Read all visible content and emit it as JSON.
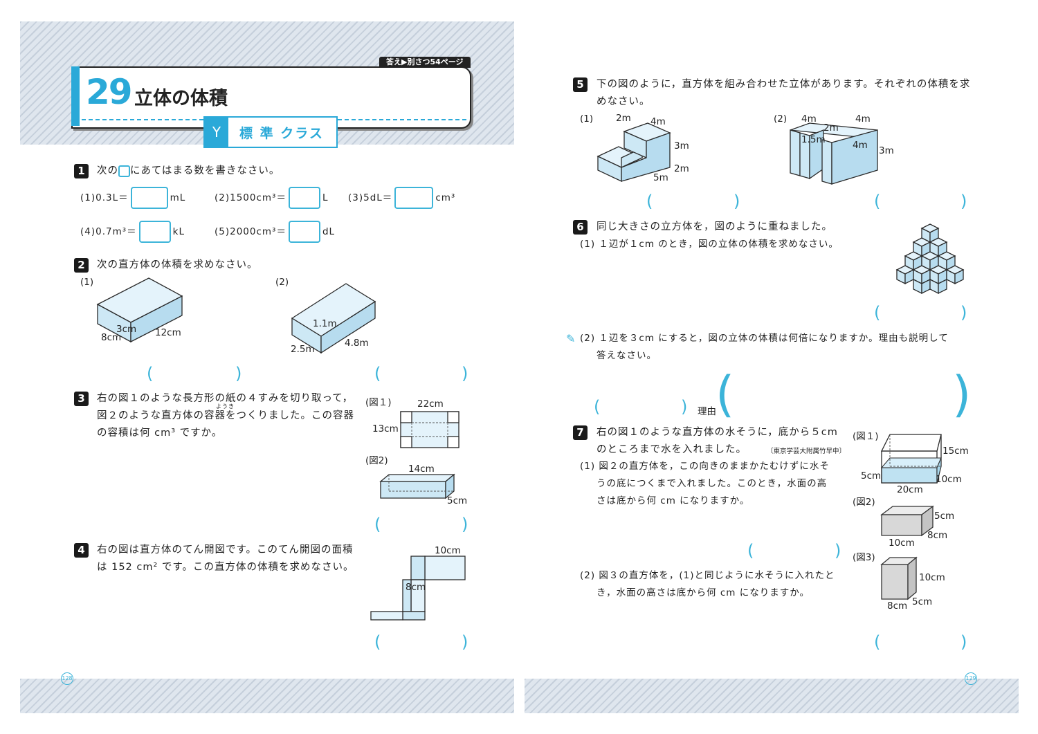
{
  "header": {
    "answer_badge": "答え▶別さつ54ページ",
    "unit_number": "29",
    "unit_title": "立体の体積",
    "class_label": "標 準 クラス"
  },
  "q1": {
    "num": "1",
    "stem_pre": "次の",
    "stem_post": "にあてはまる数を書きなさい。",
    "items": [
      {
        "label": "(1)",
        "pre": "0.3L＝",
        "unit": "mL"
      },
      {
        "label": "(2)",
        "pre": "1500cm³＝",
        "unit": "L"
      },
      {
        "label": "(3)",
        "pre": "5dL＝",
        "unit": "cm³"
      },
      {
        "label": "(4)",
        "pre": "0.7m³＝",
        "unit": "kL"
      },
      {
        "label": "(5)",
        "pre": "2000cm³＝",
        "unit": "dL"
      }
    ]
  },
  "q2": {
    "num": "2",
    "stem": "次の直方体の体積を求めなさい。",
    "sub1": "(1)",
    "sub2": "(2)",
    "fig1": {
      "a": "3cm",
      "b": "8cm",
      "c": "12cm"
    },
    "fig2": {
      "a": "1.1m",
      "b": "2.5m",
      "c": "4.8m"
    }
  },
  "q3": {
    "num": "3",
    "line1": "右の図１のような長方形の紙の４すみを切り取って，",
    "line2": "図２のような直方体の容器をつくりました。この容器",
    "ruby": "ようき",
    "line3": "の容積は何 cm³ ですか。",
    "fig1_label": "(図１)",
    "fig1_w": "22cm",
    "fig1_h": "13cm",
    "fig2_label": "(図2)",
    "fig2_w": "14cm",
    "fig2_h": "5cm"
  },
  "q4": {
    "num": "4",
    "line1": "右の図は直方体のてん開図です。このてん開図の面積",
    "line2": "は 152 cm² です。この直方体の体積を求めなさい。",
    "dim1": "10cm",
    "dim2": "8cm"
  },
  "q5": {
    "num": "5",
    "line1": "下の図のように，直方体を組み合わせた立体があります。それぞれの体積を求",
    "line2": "めなさい。",
    "sub1": "(1)",
    "sub2": "(2)",
    "fig1": {
      "a": "2m",
      "b": "4m",
      "c": "3m",
      "d": "2m",
      "e": "5m"
    },
    "fig2": {
      "a": "4m",
      "b": "2m",
      "c": "4m",
      "d": "1.5m",
      "e": "4m",
      "f": "3m"
    }
  },
  "q6": {
    "num": "6",
    "stem": "同じ大きさの立方体を，図のように重ねました。",
    "sub1": "(1)  １辺が１cm のとき，図の立体の体積を求めなさい。",
    "sub2_line1": "(2)  １辺を３cm にすると，図の立体の体積は何倍になりますか。理由も説明して",
    "sub2_line2": "答えなさい。",
    "reason_label": "理由"
  },
  "q7": {
    "num": "7",
    "line1": "右の図１のような直方体の水そうに，底から５cm",
    "line2": "のところまで水を入れました。",
    "source": "〔東京学芸大附属竹早中〕",
    "sub1_line1": "(1)  図２の直方体を，この向きのままかたむけずに水そ",
    "sub1_line2": "うの底につくまで入れました。このとき，水面の高",
    "sub1_line3": "さは底から何 cm になりますか。",
    "sub2_line1": "(2)  図３の直方体を，(1)と同じように水そうに入れたと",
    "sub2_line2": "き，水面の高さは底から何 cm になりますか。",
    "fig1_label": "(図１)",
    "fig1": {
      "h": "15cm",
      "d": "10cm",
      "w": "20cm",
      "water": "5cm"
    },
    "fig2_label": "(図2)",
    "fig2": {
      "h": "5cm",
      "d": "8cm",
      "w": "10cm"
    },
    "fig3_label": "(図3)",
    "fig3": {
      "h": "10cm",
      "d": "5cm",
      "w": "8cm"
    }
  },
  "page_left": "128",
  "page_right": "129"
}
